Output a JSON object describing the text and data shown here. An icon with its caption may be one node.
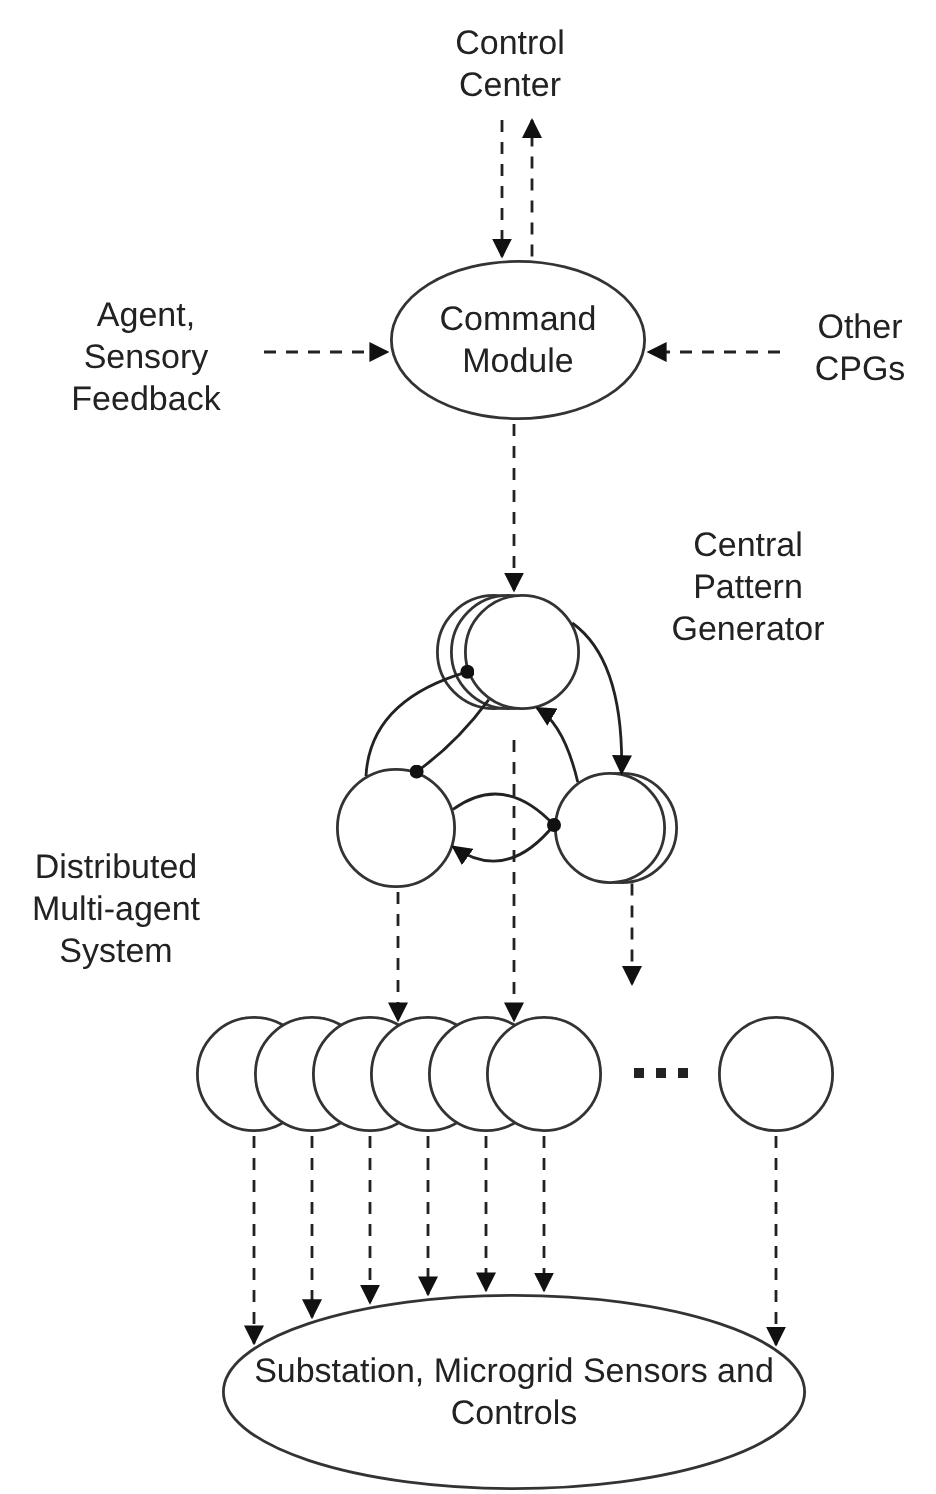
{
  "diagram": {
    "nodes": [
      {
        "text": [
          "Control Center"
        ]
      },
      {
        "text": [
          "Command Module"
        ]
      },
      {
        "text": [
          "Agent, Sensory Feedback"
        ]
      },
      {
        "text": [
          "Other CPGs"
        ]
      },
      {
        "text": [],
        "shape": "circle"
      },
      {
        "text": [],
        "shape": "circle"
      },
      {
        "text": [],
        "shape": "circle"
      },
      {
        "text": [],
        "shape": "circle"
      },
      {
        "text": [],
        "shape": "circle"
      },
      {
        "text": [],
        "shape": "circle"
      },
      {
        "text": [],
        "shape": "circle"
      },
      {
        "text": [],
        "shape": "circle"
      },
      {
        "text": [],
        "shape": "circle"
      },
      {
        "text": [],
        "shape": "circle"
      },
      {
        "text": [
          "Substation, Microgrid Sensors and Controls"
        ]
      }
    ],
    "edges": [
      {
        "from": 0,
        "to": 1,
        "arrow": "to",
        "style": "dashed"
      },
      {
        "from": 1,
        "to": 0,
        "arrow": "to",
        "style": "dashed"
      },
      {
        "from": 2,
        "to": 1,
        "arrow": "to",
        "style": "dashed"
      },
      {
        "from": 3,
        "to": 1,
        "arrow": "to",
        "style": "dashed"
      },
      {
        "from": 1,
        "to": 4,
        "arrow": "to",
        "style": "dashed"
      },
      {
        "from": 4,
        "to": 5,
        "arrow": "other"
      },
      {
        "from": 5,
        "to": 4,
        "arrow": "other"
      },
      {
        "from": 4,
        "to": 6,
        "arrow": "to"
      },
      {
        "from": 6,
        "to": 4,
        "arrow": "to"
      },
      {
        "from": 6,
        "to": 5,
        "arrow": "to"
      },
      {
        "from": 6,
        "to": 5,
        "arrow": "other"
      },
      {
        "from": 5,
        "to": 10,
        "arrow": "to",
        "style": "dashed"
      },
      {
        "from": null,
        "to": 12,
        "arrow": "to",
        "style": "dashed"
      },
      {
        "from": 6,
        "to": null,
        "arrow": "to",
        "style": "dashed"
      },
      {
        "from": 7,
        "to": 14,
        "arrow": "to",
        "style": "dashed"
      },
      {
        "from": 8,
        "to": 14,
        "arrow": "to",
        "style": "dashed"
      },
      {
        "from": 9,
        "to": 14,
        "arrow": "to",
        "style": "dashed"
      },
      {
        "from": 10,
        "to": 14,
        "arrow": "to",
        "style": "dashed"
      },
      {
        "from": 11,
        "to": 14,
        "arrow": "to",
        "style": "dashed"
      },
      {
        "from": 12,
        "to": 14,
        "arrow": "to",
        "style": "dashed"
      },
      {
        "from": 13,
        "to": 14,
        "arrow": "to",
        "style": "dashed"
      }
    ],
    "labels": [
      "Central Pattern Generator",
      "Distributed Multi-agent System"
    ]
  }
}
